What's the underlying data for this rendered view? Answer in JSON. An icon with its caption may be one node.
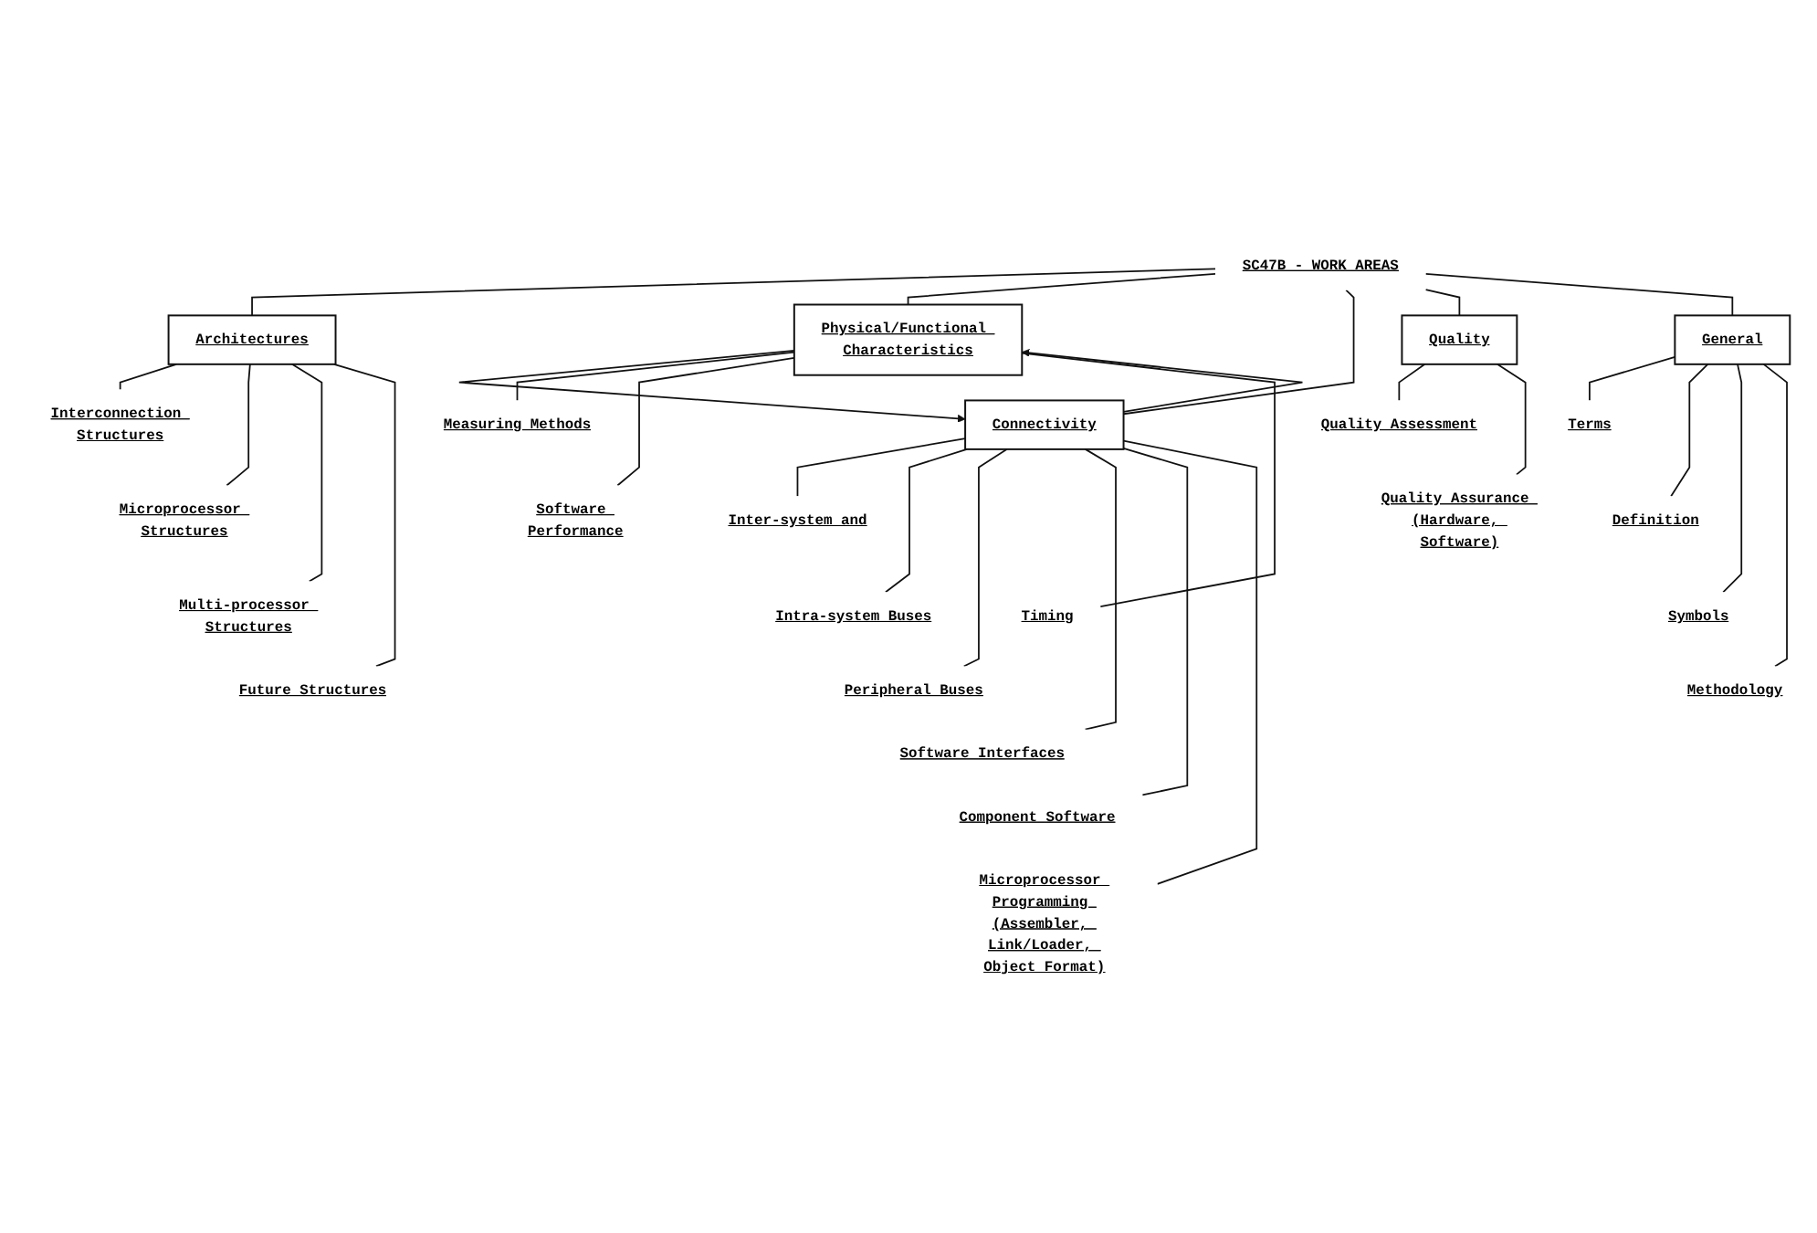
{
  "diagram": {
    "nodes": [
      {
        "text": [
          "SC47B - WORK AREAS"
        ]
      },
      {
        "text": [
          "Architectures"
        ]
      },
      {
        "text": [
          "Physical/Functional Characteristics"
        ]
      },
      {
        "text": [
          "Connectivity"
        ]
      },
      {
        "text": [
          "Quality"
        ]
      },
      {
        "text": [
          "General"
        ]
      },
      {
        "text": [
          "Interconnection Structures"
        ]
      },
      {
        "text": [
          "Microprocessor Structures"
        ]
      },
      {
        "text": [
          "Multi-processor Structures"
        ]
      },
      {
        "text": [
          "Future Structures"
        ]
      },
      {
        "text": [
          "Measuring Methods"
        ]
      },
      {
        "text": [
          "Software Performance"
        ]
      },
      {
        "text": [
          "Timing"
        ]
      },
      {
        "text": [
          "Inter-system and"
        ]
      },
      {
        "text": [
          "Intra-system Buses"
        ]
      },
      {
        "text": [
          "Peripheral Buses"
        ]
      },
      {
        "text": [
          "Software Interfaces"
        ]
      },
      {
        "text": [
          "Component Software"
        ]
      },
      {
        "text": [
          "Microprocessor Programming (Assembler, Link/Loader, Object Format)"
        ]
      },
      {
        "text": [
          "Quality Assessment"
        ]
      },
      {
        "text": [
          "Quality Assurance (Hardware, Software)"
        ]
      },
      {
        "text": [
          "Terms"
        ]
      },
      {
        "text": [
          "Definition"
        ]
      },
      {
        "text": [
          "Symbols"
        ]
      },
      {
        "text": [
          "Methodology"
        ]
      }
    ],
    "edges": [
      {
        "from": 0,
        "to": 1,
        "arrow": "none"
      },
      {
        "from": 0,
        "to": 2,
        "arrow": "none"
      },
      {
        "from": 0,
        "to": 3,
        "arrow": "none"
      },
      {
        "from": 0,
        "to": 4,
        "arrow": "none"
      },
      {
        "from": 0,
        "to": 5,
        "arrow": "none"
      },
      {
        "from": 3,
        "to": 2,
        "arrow": "to"
      },
      {
        "from": 2,
        "to": 3,
        "arrow": "to"
      },
      {
        "from": 1,
        "to": 6,
        "arrow": "none"
      },
      {
        "from": 1,
        "to": 7,
        "arrow": "none"
      },
      {
        "from": 1,
        "to": 8,
        "arrow": "none"
      },
      {
        "from": 1,
        "to": 9,
        "arrow": "none"
      },
      {
        "from": 2,
        "to": 10,
        "arrow": "none"
      },
      {
        "from": 2,
        "to": 11,
        "arrow": "none"
      },
      {
        "from": 2,
        "to": 12,
        "arrow": "none"
      },
      {
        "from": 3,
        "to": 13,
        "arrow": "none"
      },
      {
        "from": 3,
        "to": 14,
        "arrow": "none"
      },
      {
        "from": 3,
        "to": 15,
        "arrow": "none"
      },
      {
        "from": 3,
        "to": 16,
        "arrow": "none"
      },
      {
        "from": 3,
        "to": 17,
        "arrow": "none"
      },
      {
        "from": 3,
        "to": 18,
        "arrow": "none"
      },
      {
        "from": 4,
        "to": 19,
        "arrow": "none"
      },
      {
        "from": 4,
        "to": 20,
        "arrow": "none"
      },
      {
        "from": 5,
        "to": 21,
        "arrow": "none"
      },
      {
        "from": 5,
        "to": 22,
        "arrow": "none"
      },
      {
        "from": 5,
        "to": 23,
        "arrow": "none"
      },
      {
        "from": 5,
        "to": 24,
        "arrow": "none"
      }
    ]
  }
}
